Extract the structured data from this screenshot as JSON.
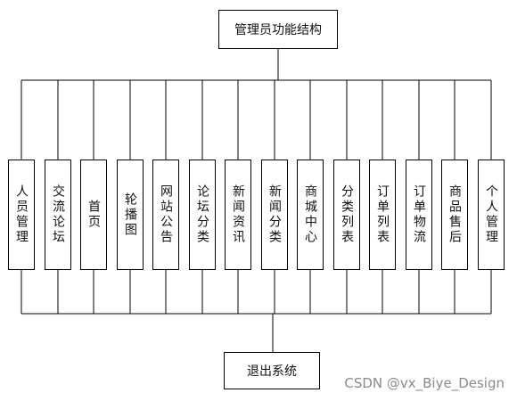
{
  "root": {
    "label": "管理员功能结构"
  },
  "modules": [
    {
      "label": "人员管理"
    },
    {
      "label": "交流论坛"
    },
    {
      "label": "首页"
    },
    {
      "label": "轮播图"
    },
    {
      "label": "网站公告"
    },
    {
      "label": "论坛分类"
    },
    {
      "label": "新闻资讯"
    },
    {
      "label": "新闻分类"
    },
    {
      "label": "商城中心"
    },
    {
      "label": "分类列表"
    },
    {
      "label": "订单列表"
    },
    {
      "label": "订单物流"
    },
    {
      "label": "商品售后"
    },
    {
      "label": "个人管理"
    }
  ],
  "footer": {
    "label": "退出系统"
  },
  "watermark": {
    "text": "CSDN @vx_Biye_Design"
  }
}
